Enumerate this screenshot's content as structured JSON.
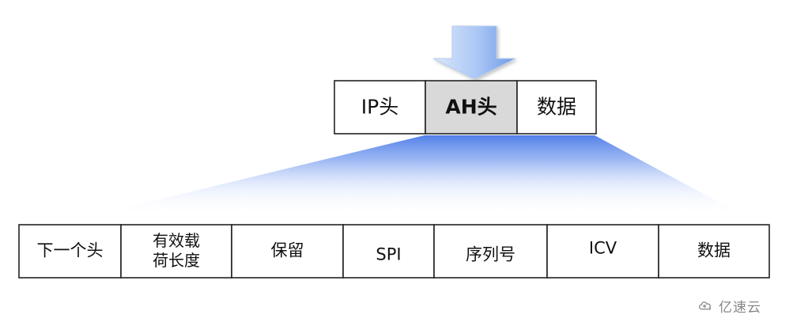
{
  "top_packet": {
    "fields": [
      "IP头",
      "AH头",
      "数据"
    ],
    "highlight_index": 1
  },
  "ah_header": {
    "fields": [
      "下一个头",
      "有效载\n荷长度",
      "保留",
      "SPI",
      "序列号",
      "ICV",
      "数据"
    ]
  },
  "colors": {
    "highlight_fill": "#d9d9d9",
    "arrow_light": "#c8dcf8",
    "arrow_dark": "#6c98e8",
    "spread_blue": "#5a86ea",
    "border": "#222222"
  },
  "watermark": {
    "icon": "cloud-logo-icon",
    "text": "亿速云"
  }
}
